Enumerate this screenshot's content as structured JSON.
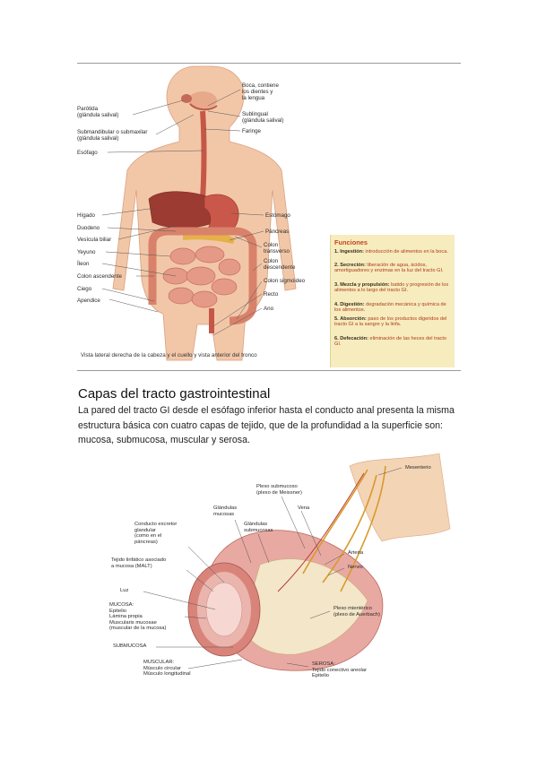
{
  "figure1": {
    "labels_left": {
      "parotida": "Parótida\n(glándula salival)",
      "submandibular": "Submandibular o submaxilar\n(glándula salival)",
      "esofago": "Esófago",
      "higado": "Hígado",
      "duodeno": "Duodeno",
      "vesicula": "Vesícula biliar",
      "yeyuno": "Yeyuno",
      "ileon": "Íleon",
      "colon_ascendente": "Colon ascendente",
      "ciego": "Ciego",
      "apendice": "Apendice"
    },
    "labels_right": {
      "boca": "Boca, contiene\nlos dientes y\nla lengua",
      "sublingual": "Sublingual\n(glándula salival)",
      "faringe": "Faringe",
      "estomago": "Estómago",
      "pancreas": "Páncreas",
      "colon_transverso": "Colon\ntransverso",
      "colon_descendente": "Colon\ndescendente",
      "colon_sigmoideo": "Colon sigmoideo",
      "recto": "Recto",
      "ano": "Ano"
    },
    "caption": "Vista lateral derecha de la cabeza y el cuello y vista anterior del tronco",
    "funciones": {
      "title": "Funciones",
      "items": [
        {
          "num": "1.",
          "term": "Ingestión:",
          "text": " introducción de alimentos en la boca."
        },
        {
          "num": "2.",
          "term": "Secreción:",
          "text": " liberación de agua, ácidos, amortiguadores y enzimas en la luz del tracto GI."
        },
        {
          "num": "3.",
          "term": "Mezcla y propulsión:",
          "text": " batido y progresión de los alimentos a lo largo del tracto GI."
        },
        {
          "num": "4.",
          "term": "Digestión:",
          "text": " degradación mecánica y química de los alimentos."
        },
        {
          "num": "5.",
          "term": "Absorción:",
          "text": " paso de los productos digeridos del tracto GI a la sangre y la linfa."
        },
        {
          "num": "6.",
          "term": "Defecación:",
          "text": " eliminación de las heces del tracto GI."
        }
      ]
    }
  },
  "section": {
    "heading": "Capas del tracto gastrointestinal",
    "paragraph": "La pared del tracto GI desde el esófago inferior hasta el conducto anal presenta la misma estructura básica con cuatro capas de tejido, que de la profundidad a la superficie son: mucosa, submucosa, muscular y serosa."
  },
  "figure2": {
    "labels": {
      "mesenterio": "Mesenterio",
      "plexo_submucoso": "Plexo submucoso\n(plexo de Meissner)",
      "glandulas_mucosas": "Glándulas\nmucosas",
      "vena": "Vena",
      "glandulas_submucosas": "Glándulas\nsubmucosas",
      "conducto_excretor": "Conducto excretor\nglandular\n(como en el\npáncreas)",
      "tejido_linfatico": "Tejido linfático asociado\na mucosa (MALT)",
      "arteria": "Arteria",
      "nervio": "Nervio",
      "luz": "Luz",
      "mucosa": "MUCOSA:\n  Epitelio\n  Lámina propia\n  Muscularis mucosae\n  (muscular de la mucosa)",
      "plexo_mienterico": "Plexo mientérico\n(plexo de Auerbach)",
      "submucosa": "SUBMUCOSA",
      "muscular": "MUSCULAR:\n  Músculo circular\n  Músculo longitudinal",
      "serosa": "SEROSA:\n  Tejido conectivo areolar\n  Epitelio"
    }
  },
  "colors": {
    "skin": "#f2c7a8",
    "organ_red": "#c9574a",
    "intestine": "#e49a86",
    "func_bg": "#f6ecbe",
    "func_text": "#b13a1a"
  }
}
